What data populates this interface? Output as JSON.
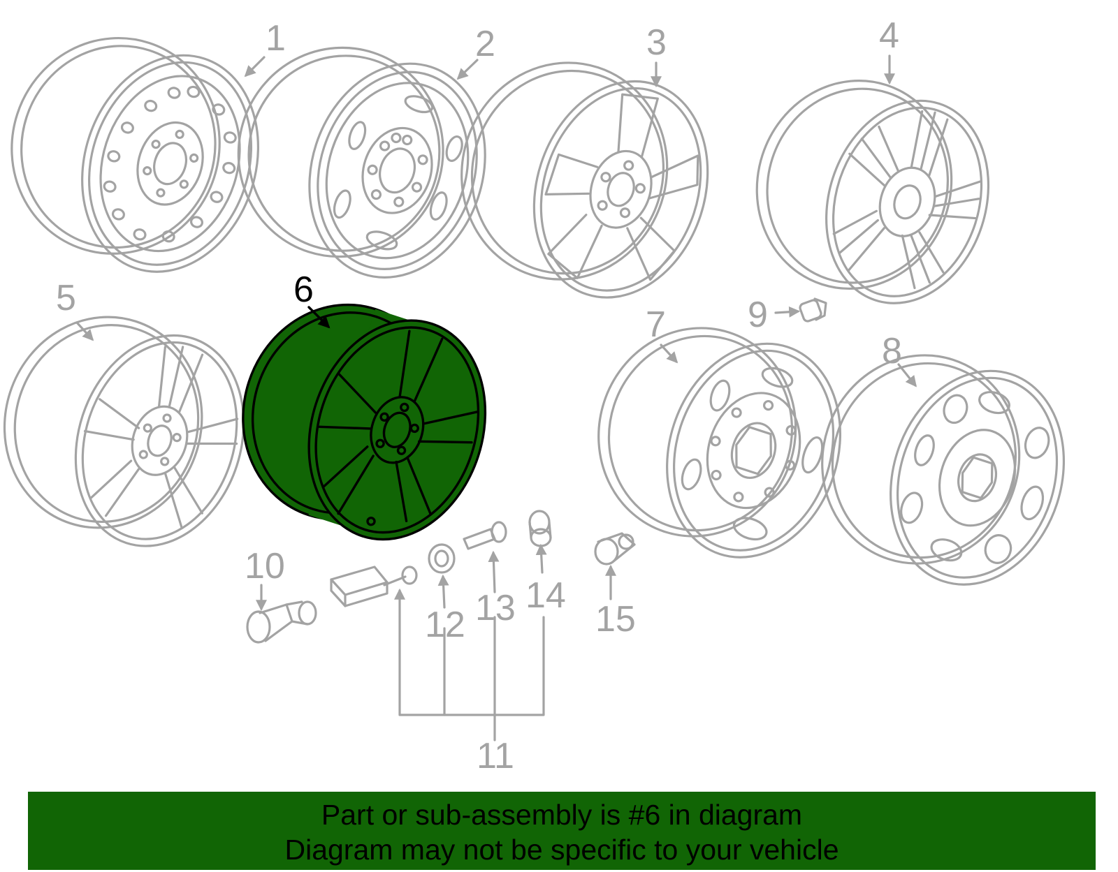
{
  "highlight_color": "#116505",
  "line_color": "#a3a3a3",
  "callouts": {
    "c1": "1",
    "c2": "2",
    "c3": "3",
    "c4": "4",
    "c5": "5",
    "c6": "6",
    "c7": "7",
    "c8": "8",
    "c9": "9",
    "c10": "10",
    "c11": "11",
    "c12": "12",
    "c13": "13",
    "c14": "14",
    "c15": "15"
  },
  "banner": {
    "line1": "Part or sub-assembly is #6 in diagram",
    "line2": "Diagram may not be specific to your vehicle"
  }
}
